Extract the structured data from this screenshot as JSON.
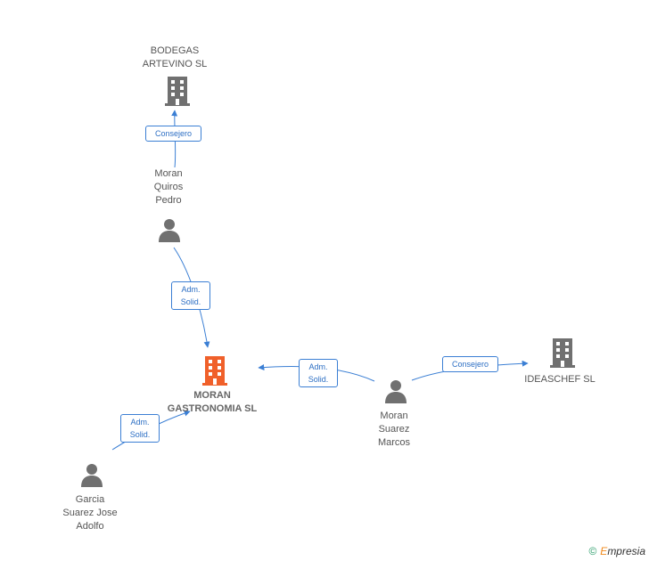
{
  "nodes": {
    "bodegas": {
      "lines": [
        "BODEGAS",
        "ARTEVINO SL"
      ],
      "kind": "company"
    },
    "moran_quiros": {
      "lines": [
        "Moran",
        "Quiros",
        "Pedro"
      ],
      "kind": "person"
    },
    "moran_gastronomia": {
      "lines": [
        "MORAN",
        "GASTRONOMIA SL"
      ],
      "kind": "company-main"
    },
    "moran_suarez": {
      "lines": [
        "Moran",
        "Suarez",
        "Marcos"
      ],
      "kind": "person"
    },
    "ideaschef": {
      "lines": [
        "IDEASCHEF SL"
      ],
      "kind": "company"
    },
    "garcia": {
      "lines": [
        "Garcia",
        "Suarez Jose",
        "Adolfo"
      ],
      "kind": "person"
    }
  },
  "edges": [
    {
      "from": "moran_quiros",
      "to": "bodegas",
      "label": [
        "Consejero"
      ]
    },
    {
      "from": "moran_quiros",
      "to": "moran_gastronomia",
      "label": [
        "Adm.",
        "Solid."
      ]
    },
    {
      "from": "moran_suarez",
      "to": "moran_gastronomia",
      "label": [
        "Adm.",
        "Solid."
      ]
    },
    {
      "from": "moran_suarez",
      "to": "ideaschef",
      "label": [
        "Consejero"
      ]
    },
    {
      "from": "garcia",
      "to": "moran_gastronomia",
      "label": [
        "Adm.",
        "Solid."
      ]
    }
  ],
  "colors": {
    "edge": "#3b7fd4",
    "company": "#707070",
    "company_main": "#f0602a",
    "person": "#707070"
  },
  "icons": {
    "company": "building-icon",
    "person": "person-icon"
  },
  "footer": {
    "copyright": "©",
    "brand_e": "E",
    "brand_rest": "mpresia"
  }
}
